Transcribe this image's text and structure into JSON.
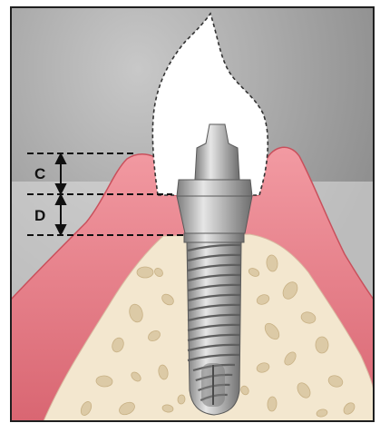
{
  "labels": {
    "c": "C",
    "d": "D"
  },
  "colors": {
    "background_light": "#dcdcdc",
    "background_dark": "#9a9a9a",
    "gum": "#e07d86",
    "gum_dark": "#c9505c",
    "bone": "#f2e6cf",
    "bone_spot": "#d9c7a2",
    "crown": "#ffffff",
    "metal": "#a9a9a9",
    "border": "#2a2a2a"
  },
  "icons": {
    "measure_arrow": "double-headed-vertical-arrow"
  }
}
